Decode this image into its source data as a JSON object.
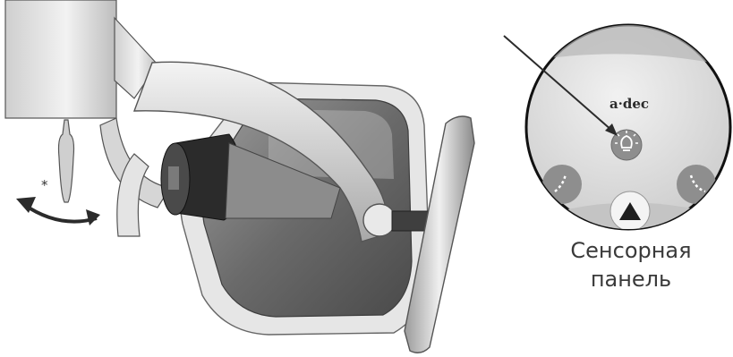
{
  "brand_logo_text": "a·dec",
  "asterisk_label": "*",
  "callout_label": {
    "line1": "Сенсорная",
    "line2": "панель"
  },
  "colors": {
    "body_grey": "#d9d9d9",
    "panel_fill": "#dcdcdc",
    "button_fill": "#8e8e8e",
    "arrow": "#2b2b2b",
    "text": "#3a3a3a"
  },
  "icons": [
    "light-bulb-icon",
    "left-curve-icon",
    "right-curve-icon",
    "up-triangle-icon",
    "double-arrow-icon"
  ]
}
